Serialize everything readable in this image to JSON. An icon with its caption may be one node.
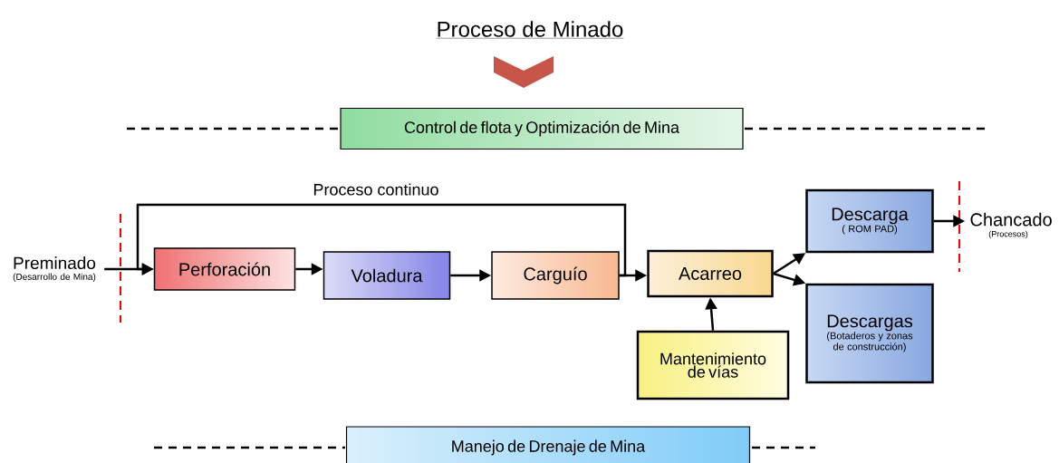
{
  "diagram": {
    "title": "Proceso de Minado",
    "nodes": [
      {
        "text": [
          "Control de flota y Optimización de Mina"
        ]
      },
      {
        "text": [
          "Preminado",
          "(Desarrollo de Mina)"
        ]
      },
      {
        "text": [
          "Perforación"
        ]
      },
      {
        "text": [
          "Voladura"
        ]
      },
      {
        "text": [
          "Carguío"
        ]
      },
      {
        "text": [
          "Acarreo"
        ]
      },
      {
        "text": [
          "Mantenimiento de vías"
        ]
      },
      {
        "text": [
          "Descarga",
          "( ROM PAD)"
        ]
      },
      {
        "text": [
          "Descargas",
          "(Botaderos y zonas de construcción)"
        ]
      },
      {
        "text": [
          "Chancado",
          "(Procesos)"
        ]
      },
      {
        "text": [
          "Manejo de Drenaje de Mina"
        ]
      }
    ],
    "edges": [
      {
        "from": 1,
        "to": 2,
        "arrow": "to"
      },
      {
        "from": 2,
        "to": 3,
        "arrow": "to"
      },
      {
        "from": 3,
        "to": 4,
        "arrow": "to"
      },
      {
        "from": 4,
        "to": 5,
        "arrow": "to"
      },
      {
        "from": 4,
        "to": 2,
        "arrow": "to",
        "label": "Proceso continuo"
      },
      {
        "from": 6,
        "to": 5,
        "arrow": "to"
      },
      {
        "from": 5,
        "to": 7,
        "arrow": "to"
      },
      {
        "from": 5,
        "to": 8,
        "arrow": "to"
      },
      {
        "from": 7,
        "to": 9,
        "arrow": "to"
      }
    ]
  }
}
